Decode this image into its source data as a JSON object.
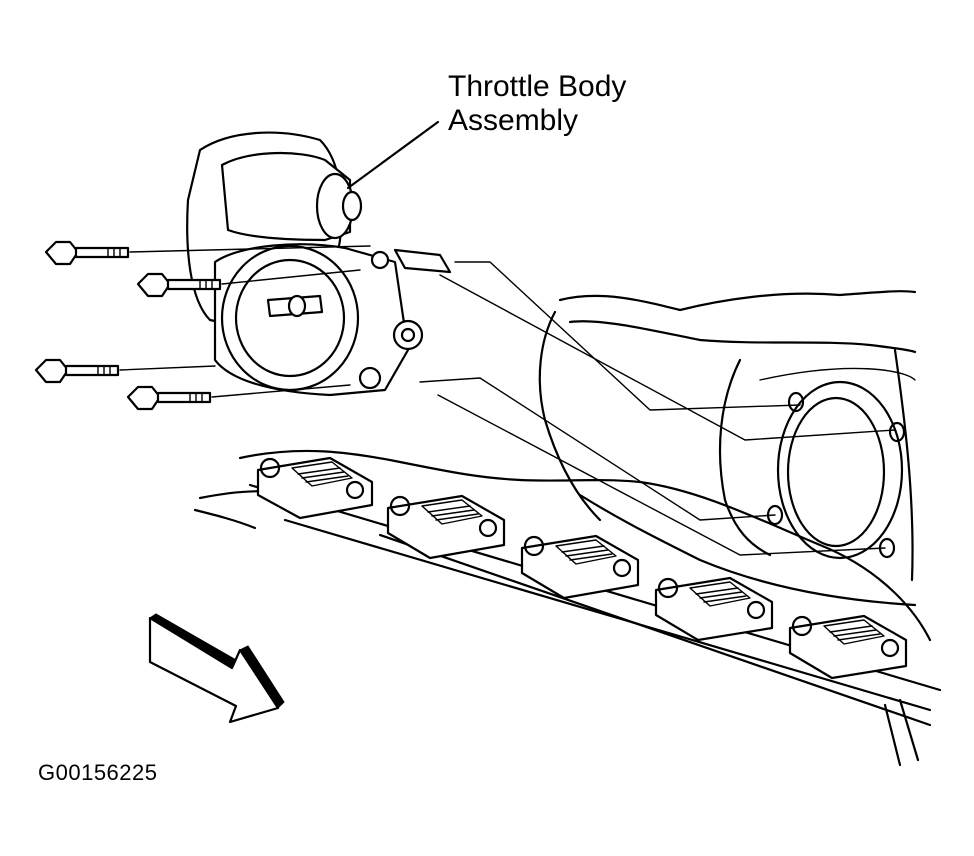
{
  "callout": {
    "line1": "Throttle Body",
    "line2": "Assembly"
  },
  "figure_id": "G00156225",
  "icons": {
    "arrow": "front-direction-arrow-icon"
  }
}
